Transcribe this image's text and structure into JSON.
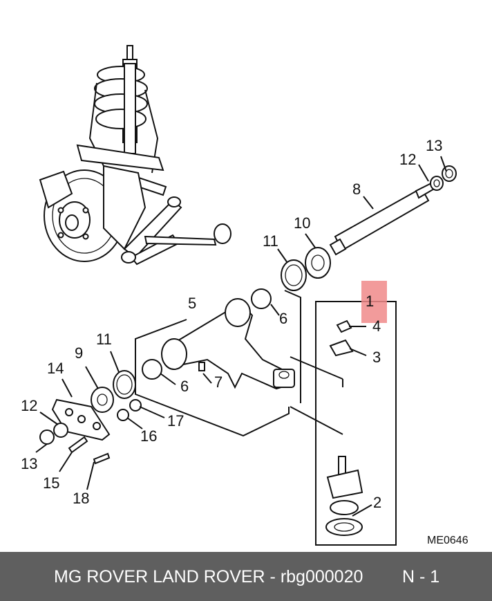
{
  "diagram": {
    "drawing_code": "ME0646",
    "callouts": [
      "1",
      "2",
      "3",
      "4",
      "5",
      "6",
      "6",
      "7",
      "8",
      "9",
      "10",
      "11",
      "11",
      "12",
      "12",
      "13",
      "13",
      "14",
      "15",
      "16",
      "17",
      "18"
    ],
    "highlight_color": "#f08a8a"
  },
  "footer": {
    "brand_text": "MG ROVER LAND ROVER - rbg000020",
    "page_text": "N - 1",
    "background": "#5f5f5f"
  }
}
